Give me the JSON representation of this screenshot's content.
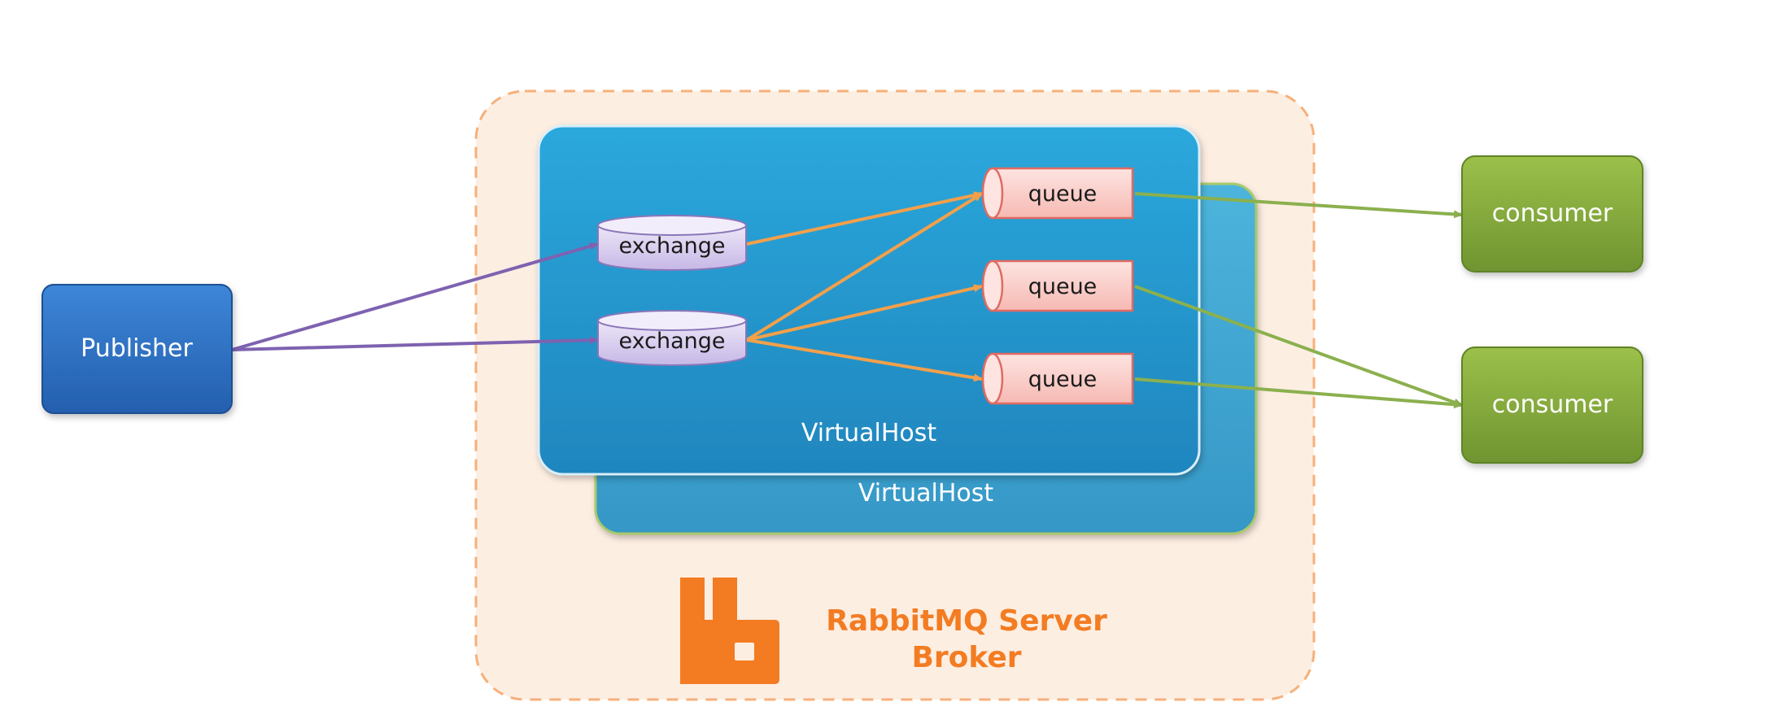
{
  "publisher": {
    "label": "Publisher"
  },
  "exchanges": [
    {
      "label": "exchange"
    },
    {
      "label": "exchange"
    }
  ],
  "queues": [
    {
      "label": "queue"
    },
    {
      "label": "queue"
    },
    {
      "label": "queue"
    }
  ],
  "consumers": [
    {
      "label": "consumer"
    },
    {
      "label": "consumer"
    }
  ],
  "virtual_hosts": [
    {
      "label": "VirtualHost"
    },
    {
      "label": "VirtualHost"
    }
  ],
  "broker": {
    "line1": "RabbitMQ Server",
    "line2": "Broker",
    "logo_icon": "rabbitmq-logo-icon"
  },
  "colors": {
    "broker_fill": "#fdeee2",
    "broker_border": "#f6b07a",
    "vhost_front": "#2e9fd6",
    "vhost_back": "#42a8d2",
    "publisher": "#2f6fc2",
    "consumer": "#86aa3a",
    "exchange_fill": "#dcd2f0",
    "queue_fill": "#fbd3cf",
    "queue_border": "#e06a62",
    "publisher_edge": "#7e62b0",
    "exchange_edge": "#f3a04a",
    "consumer_edge": "#8bb04e",
    "broker_text": "#f37c22"
  }
}
